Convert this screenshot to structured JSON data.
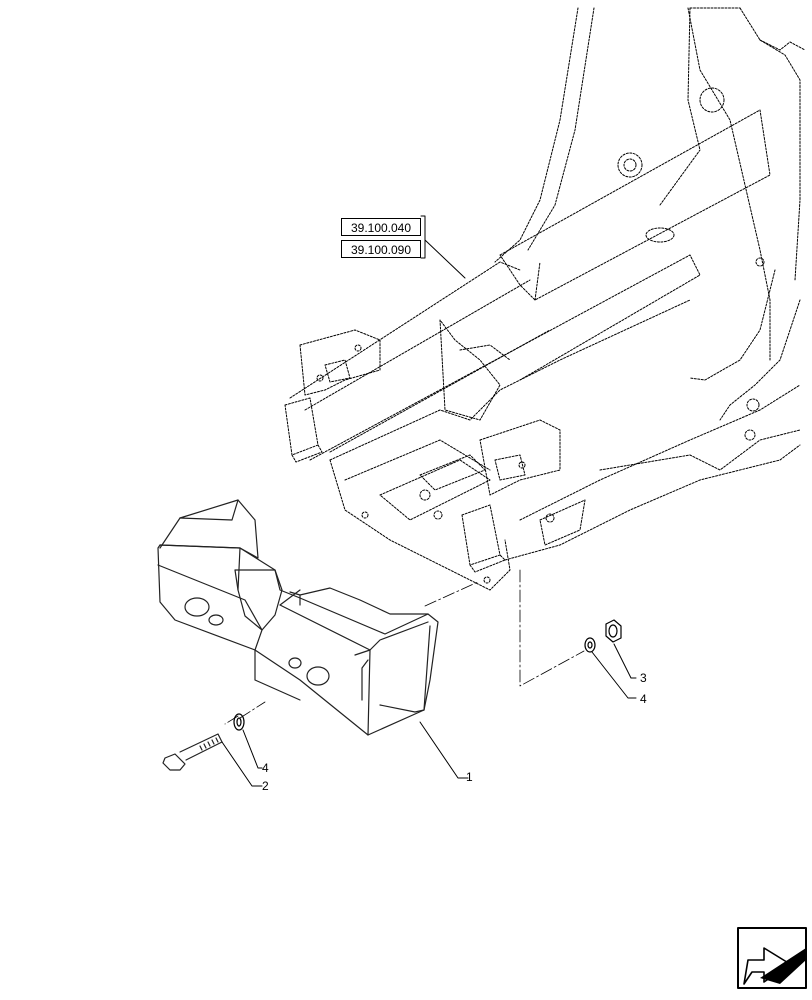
{
  "references": [
    "39.100.040",
    "39.100.090"
  ],
  "callouts": {
    "counterweight": "1",
    "bolt": "2",
    "nut": "3",
    "washer_right": "4",
    "washer_left": "4"
  },
  "icons": {
    "navigation": "direction-arrow-icon"
  }
}
